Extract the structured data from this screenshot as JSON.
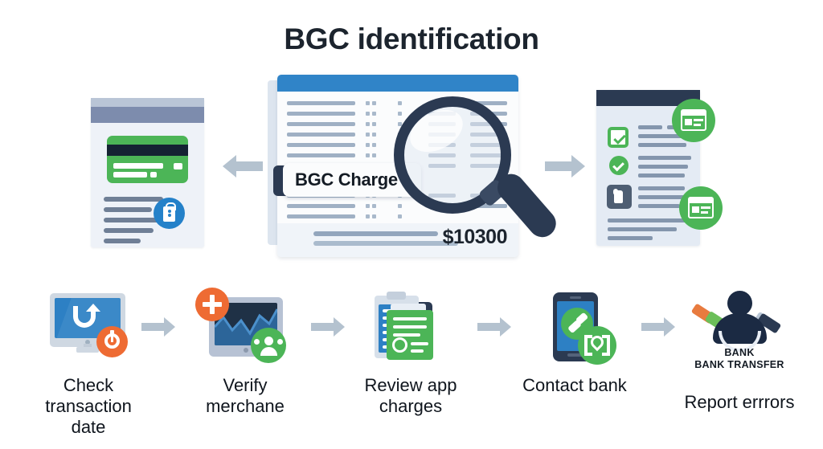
{
  "title": "BGC identification",
  "top_row": {
    "arrow_left": {
      "icon": "arrow-left-icon",
      "direction": "left"
    },
    "arrow_right": {
      "icon": "arrow-right-icon",
      "direction": "right"
    },
    "left_card": {
      "name": "credit-card-document",
      "icons": [
        "credit-card-icon",
        "lock-icon"
      ]
    },
    "statement": {
      "name": "bank-statement",
      "callout_label": "BGC Charge",
      "amount": "$10300",
      "magnifier_icon": "magnifying-glass-icon"
    },
    "right_card": {
      "name": "verified-checklist-document",
      "icons": [
        "checkbox-check-icon",
        "check-circle-icon",
        "thumbs-up-icon",
        "bank-card-icon",
        "bank-card-icon"
      ]
    }
  },
  "steps": [
    {
      "index": 1,
      "label": "Check transaction date",
      "art": "monitor-refresh",
      "badges": [
        "timer-icon"
      ],
      "colors": {
        "primary": "#2d80c4",
        "badge": "#ee6b33"
      }
    },
    {
      "index": 2,
      "label": "Verify merchane",
      "art": "chart-screen",
      "badges": [
        "plus-icon",
        "user-icon"
      ],
      "colors": {
        "primary": "#1f3146",
        "badge1": "#ee6b33",
        "badge2": "#4cb557"
      }
    },
    {
      "index": 3,
      "label": "Review app charges",
      "art": "clipboard-document",
      "badges": [],
      "colors": {
        "primary": "#2d80c4",
        "accent": "#4cb557"
      }
    },
    {
      "index": 4,
      "label": "Contact bank",
      "art": "mobile-phone",
      "badges": [
        "phone-icon",
        "location-icon"
      ],
      "colors": {
        "primary": "#2d80c4",
        "accent": "#4cb557"
      }
    },
    {
      "index": 5,
      "label": "Report errrors",
      "art": "bank-transfer-person",
      "caption_line1": "BANK",
      "caption_line2": "BANK TRANSFER",
      "badges": [
        "key-icon",
        "key-icon"
      ],
      "colors": {
        "primary": "#1b2a43",
        "accent1": "#e87b3f",
        "accent2": "#6bbf59"
      }
    }
  ],
  "step_arrows": [
    {
      "icon": "arrow-right-icon"
    },
    {
      "icon": "arrow-right-icon"
    },
    {
      "icon": "arrow-right-icon"
    },
    {
      "icon": "arrow-right-icon"
    }
  ],
  "palette": {
    "background": "#ffffff",
    "text": "#0f151d",
    "blue": "#2d80c4",
    "header_blue": "#3084c8",
    "navy": "#2b3a52",
    "green": "#4cb557",
    "orange": "#ee6b33",
    "arrow_grey": "#b4c2cf",
    "paper": "#eef2f8"
  }
}
